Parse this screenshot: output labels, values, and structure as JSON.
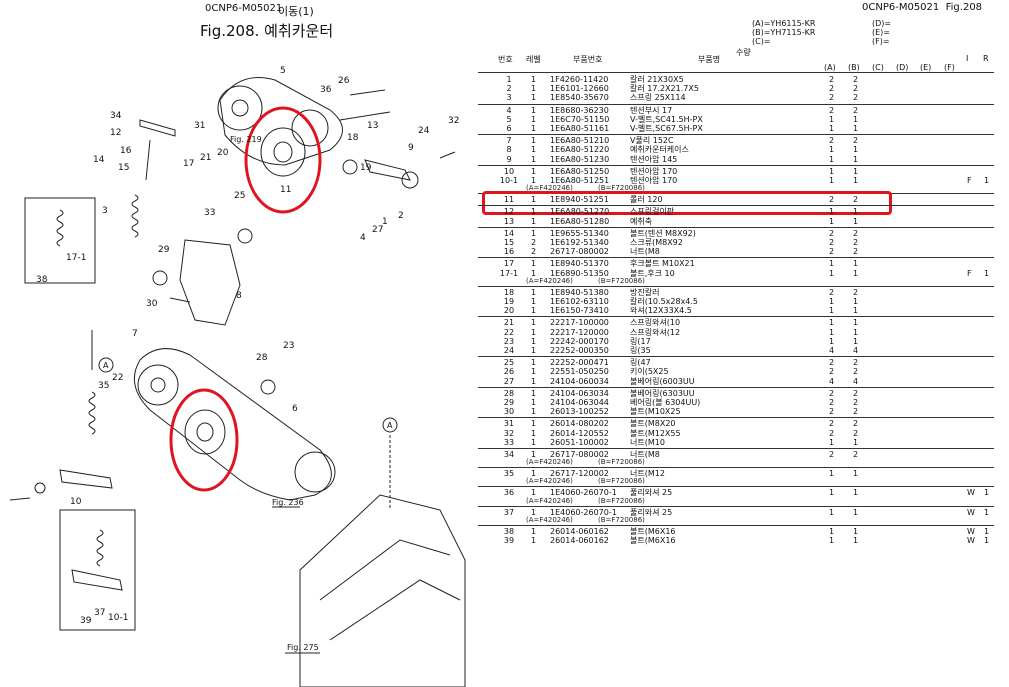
{
  "header": {
    "code": "0CNP6-M05021",
    "move_label": "이동(1)",
    "fig_title": "Fig.208.  예취카운터",
    "code_right": "0CNP6-M05021",
    "fig_right": "Fig.208"
  },
  "models": {
    "a": "(A)=YH6115-KR",
    "b": "(B)=YH7115-KR",
    "c": "(C)=",
    "d": "(D)=",
    "e": "(E)=",
    "f": "(F)="
  },
  "columns": {
    "no": "번호",
    "level": "레벨",
    "part_no": "부품번호",
    "name": "부품명",
    "qty": "수량",
    "a": "(A)",
    "b": "(B)",
    "c": "(C)",
    "d": "(D)",
    "e": "(E)",
    "f": "(F)",
    "i": "I",
    "r": "R"
  },
  "rows": [
    {
      "no": "1",
      "lv": "1",
      "pn": "1F4260-11420",
      "name": "칼러 21X30X5",
      "a": "2",
      "b": "2",
      "i": "",
      "r": ""
    },
    {
      "no": "2",
      "lv": "1",
      "pn": "1E6101-12660",
      "name": "칼러 17.2X21.7X5",
      "a": "2",
      "b": "2",
      "i": "",
      "r": ""
    },
    {
      "no": "3",
      "lv": "1",
      "pn": "1E8540-35670",
      "name": "스프링 25X114",
      "a": "2",
      "b": "2",
      "i": "",
      "r": ""
    },
    {
      "no": "4",
      "lv": "1",
      "pn": "1E8680-36230",
      "name": "텐션부시 17",
      "a": "2",
      "b": "2",
      "i": "",
      "r": ""
    },
    {
      "no": "5",
      "lv": "1",
      "pn": "1E6C70-51150",
      "name": "V-벨트,SC41.5H-PX",
      "a": "1",
      "b": "1",
      "i": "",
      "r": ""
    },
    {
      "no": "6",
      "lv": "1",
      "pn": "1E6A80-51161",
      "name": "V-벨트,SC67.5H-PX",
      "a": "1",
      "b": "1",
      "i": "",
      "r": ""
    },
    {
      "no": "7",
      "lv": "1",
      "pn": "1E6A80-51210",
      "name": "V풀리 152C",
      "a": "2",
      "b": "2",
      "i": "",
      "r": ""
    },
    {
      "no": "8",
      "lv": "1",
      "pn": "1E6A80-51220",
      "name": "예취카운터케이스",
      "a": "1",
      "b": "1",
      "i": "",
      "r": ""
    },
    {
      "no": "9",
      "lv": "1",
      "pn": "1E6A80-51230",
      "name": "텐션아암 145",
      "a": "1",
      "b": "1",
      "i": "",
      "r": ""
    },
    {
      "no": "10",
      "lv": "1",
      "pn": "1E6A80-51250",
      "name": "텐션아암 170",
      "a": "1",
      "b": "1",
      "i": "",
      "r": ""
    },
    {
      "no": "10-1",
      "lv": "1",
      "pn": "1E6A80-51251",
      "name": "텐션아암 170",
      "a": "1",
      "b": "1",
      "i": "F",
      "r": "1"
    },
    {
      "no": "11",
      "lv": "1",
      "pn": "1E8940-51251",
      "name": "롤러 120",
      "a": "2",
      "b": "2",
      "i": "",
      "r": ""
    },
    {
      "no": "12",
      "lv": "1",
      "pn": "1E6A80-51270",
      "name": "스프링걸이판",
      "a": "1",
      "b": "1",
      "i": "",
      "r": ""
    },
    {
      "no": "13",
      "lv": "1",
      "pn": "1E6A80-51280",
      "name": "예취축",
      "a": "1",
      "b": "1",
      "i": "",
      "r": ""
    },
    {
      "no": "14",
      "lv": "1",
      "pn": "1E9655-51340",
      "name": "볼트(텐션 M8X92)",
      "a": "2",
      "b": "2",
      "i": "",
      "r": ""
    },
    {
      "no": "15",
      "lv": "2",
      "pn": "1E6192-51340",
      "name": "스크류(M8X92",
      "a": "2",
      "b": "2",
      "i": "",
      "r": ""
    },
    {
      "no": "16",
      "lv": "2",
      "pn": "26717-080002",
      "name": "너트(M8",
      "a": "2",
      "b": "2",
      "i": "",
      "r": ""
    },
    {
      "no": "17",
      "lv": "1",
      "pn": "1E8940-51370",
      "name": "후크볼트 M10X21",
      "a": "1",
      "b": "1",
      "i": "",
      "r": ""
    },
    {
      "no": "17-1",
      "lv": "1",
      "pn": "1E6890-51350",
      "name": "볼트,후크 10",
      "a": "1",
      "b": "1",
      "i": "F",
      "r": "1"
    },
    {
      "no": "18",
      "lv": "1",
      "pn": "1E8940-51380",
      "name": "방진칼러",
      "a": "2",
      "b": "2",
      "i": "",
      "r": ""
    },
    {
      "no": "19",
      "lv": "1",
      "pn": "1E6102-63110",
      "name": "칼러(10.5x28x4.5",
      "a": "1",
      "b": "1",
      "i": "",
      "r": ""
    },
    {
      "no": "20",
      "lv": "1",
      "pn": "1E6150-73410",
      "name": "와셔(12X33X4.5",
      "a": "1",
      "b": "1",
      "i": "",
      "r": ""
    },
    {
      "no": "21",
      "lv": "1",
      "pn": "22217-100000",
      "name": "스프링와셔(10",
      "a": "1",
      "b": "1",
      "i": "",
      "r": ""
    },
    {
      "no": "22",
      "lv": "1",
      "pn": "22217-120000",
      "name": "스프링와셔(12",
      "a": "1",
      "b": "1",
      "i": "",
      "r": ""
    },
    {
      "no": "23",
      "lv": "1",
      "pn": "22242-000170",
      "name": "링(17",
      "a": "1",
      "b": "1",
      "i": "",
      "r": ""
    },
    {
      "no": "24",
      "lv": "1",
      "pn": "22252-000350",
      "name": "링(35",
      "a": "4",
      "b": "4",
      "i": "",
      "r": ""
    },
    {
      "no": "25",
      "lv": "1",
      "pn": "22252-000471",
      "name": "링(47",
      "a": "2",
      "b": "2",
      "i": "",
      "r": ""
    },
    {
      "no": "26",
      "lv": "1",
      "pn": "22551-050250",
      "name": "키이(5X25",
      "a": "2",
      "b": "2",
      "i": "",
      "r": ""
    },
    {
      "no": "27",
      "lv": "1",
      "pn": "24104-060034",
      "name": "볼베어링(6003UU",
      "a": "4",
      "b": "4",
      "i": "",
      "r": ""
    },
    {
      "no": "28",
      "lv": "1",
      "pn": "24104-063034",
      "name": "볼베어링(6303UU",
      "a": "2",
      "b": "2",
      "i": "",
      "r": ""
    },
    {
      "no": "29",
      "lv": "1",
      "pn": "24104-063044",
      "name": "베어링(볼 6304UU)",
      "a": "2",
      "b": "2",
      "i": "",
      "r": ""
    },
    {
      "no": "30",
      "lv": "1",
      "pn": "26013-100252",
      "name": "볼트(M10X25",
      "a": "2",
      "b": "2",
      "i": "",
      "r": ""
    },
    {
      "no": "31",
      "lv": "1",
      "pn": "26014-080202",
      "name": "볼트(M8X20",
      "a": "2",
      "b": "2",
      "i": "",
      "r": ""
    },
    {
      "no": "32",
      "lv": "1",
      "pn": "26014-120552",
      "name": "볼트(M12X55",
      "a": "2",
      "b": "2",
      "i": "",
      "r": ""
    },
    {
      "no": "33",
      "lv": "1",
      "pn": "26051-100002",
      "name": "너트(M10",
      "a": "1",
      "b": "1",
      "i": "",
      "r": ""
    },
    {
      "no": "34",
      "lv": "1",
      "pn": "26717-080002",
      "name": "너트(M8",
      "a": "2",
      "b": "2",
      "i": "",
      "r": ""
    },
    {
      "no": "35",
      "lv": "1",
      "pn": "26717-120002",
      "name": "너트(M12",
      "a": "1",
      "b": "1",
      "i": "",
      "r": ""
    },
    {
      "no": "36",
      "lv": "1",
      "pn": "1E4060-26070-1",
      "name": "풀리와셔 25",
      "a": "1",
      "b": "1",
      "i": "W",
      "r": "1"
    },
    {
      "no": "37",
      "lv": "1",
      "pn": "1E4060-26070-1",
      "name": "풀리와셔 25",
      "a": "1",
      "b": "1",
      "i": "W",
      "r": "1"
    },
    {
      "no": "38",
      "lv": "1",
      "pn": "26014-060162",
      "name": "볼트(M6X16",
      "a": "1",
      "b": "1",
      "i": "W",
      "r": "1"
    },
    {
      "no": "39",
      "lv": "1",
      "pn": "26014-060162",
      "name": "볼트(M6X16",
      "a": "1",
      "b": "1",
      "i": "W",
      "r": "1"
    }
  ],
  "serial_note_a": "(A=F420246)",
  "serial_note_b": "(B=F720086)",
  "diagram": {
    "callouts": [
      "1",
      "2",
      "3",
      "4",
      "5",
      "6",
      "7",
      "8",
      "9",
      "10",
      "10-1",
      "11",
      "12",
      "13",
      "14",
      "15",
      "16",
      "17",
      "17-1",
      "18",
      "19",
      "20",
      "21",
      "22",
      "23",
      "24",
      "25",
      "26",
      "27",
      "28",
      "29",
      "30",
      "31",
      "32",
      "33",
      "34",
      "35",
      "36",
      "37",
      "38",
      "39"
    ],
    "fig_219": "Fig. 219",
    "fig_236": "Fig. 236",
    "fig_275": "Fig. 275",
    "circle_a": "A",
    "highlight_color": "#e0141e"
  }
}
